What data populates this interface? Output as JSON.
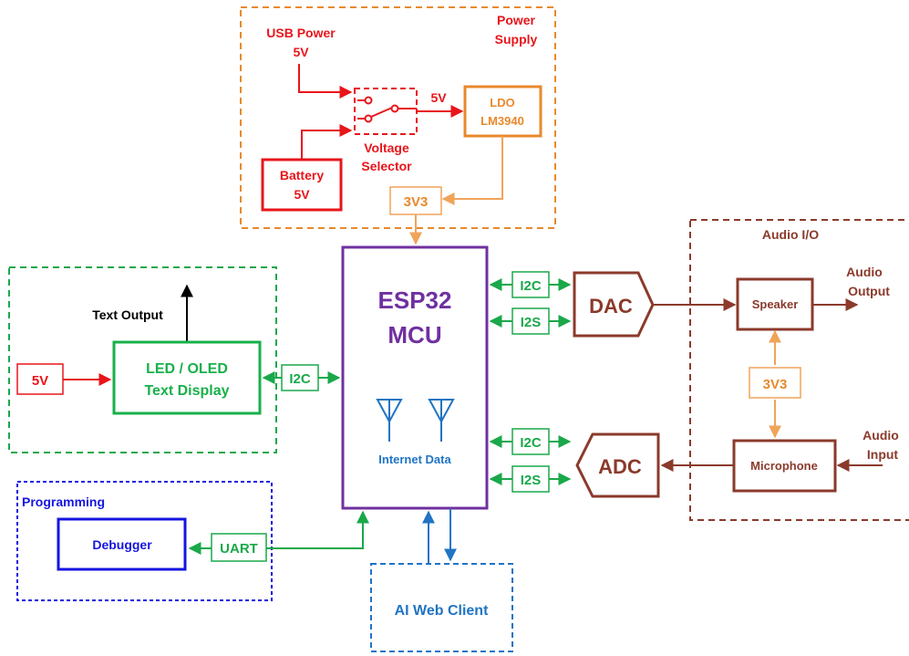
{
  "colors": {
    "red": "#e8151b",
    "orange": "#e8892c",
    "orange_light": "#f0a45a",
    "purple": "#7030a0",
    "green": "#1aa84a",
    "green_box": "#18b04a",
    "blue": "#1515e0",
    "light_blue": "#1f74c4",
    "brown": "#8b3a2b",
    "black": "#000000"
  },
  "power_supply": {
    "title_line1": "Power",
    "title_line2": "Supply",
    "usb_label_line1": "USB Power",
    "usb_label_line2": "5V",
    "battery_line1": "Battery",
    "battery_line2": "5V",
    "selector_line1": "Voltage",
    "selector_line2": "Selector",
    "selector_out_label": "5V",
    "ldo_line1": "LDO",
    "ldo_line2": "LM3940",
    "rail_label": "3V3"
  },
  "mcu": {
    "line1": "ESP32",
    "line2": "MCU",
    "antenna_caption": "Internet Data",
    "antenna_icons": [
      "antenna-icon",
      "antenna-icon"
    ]
  },
  "display_group": {
    "text_output": "Text Output",
    "supply_label": "5V",
    "display_line1": "LED / OLED",
    "display_line2": "Text Display",
    "bus_label": "I2C"
  },
  "programming": {
    "title": "Programming",
    "debugger": "Debugger",
    "bus_label": "UART"
  },
  "web_client": {
    "label": "AI Web Client"
  },
  "audio_io": {
    "title": "Audio I/O",
    "dac": "DAC",
    "adc": "ADC",
    "dac_bus1": "I2C",
    "dac_bus2": "I2S",
    "adc_bus1": "I2C",
    "adc_bus2": "I2S",
    "speaker": "Speaker",
    "microphone": "Microphone",
    "rail_label": "3V3",
    "output_line1": "Audio",
    "output_line2": "Output",
    "input_line1": "Audio",
    "input_line2": "Input"
  }
}
